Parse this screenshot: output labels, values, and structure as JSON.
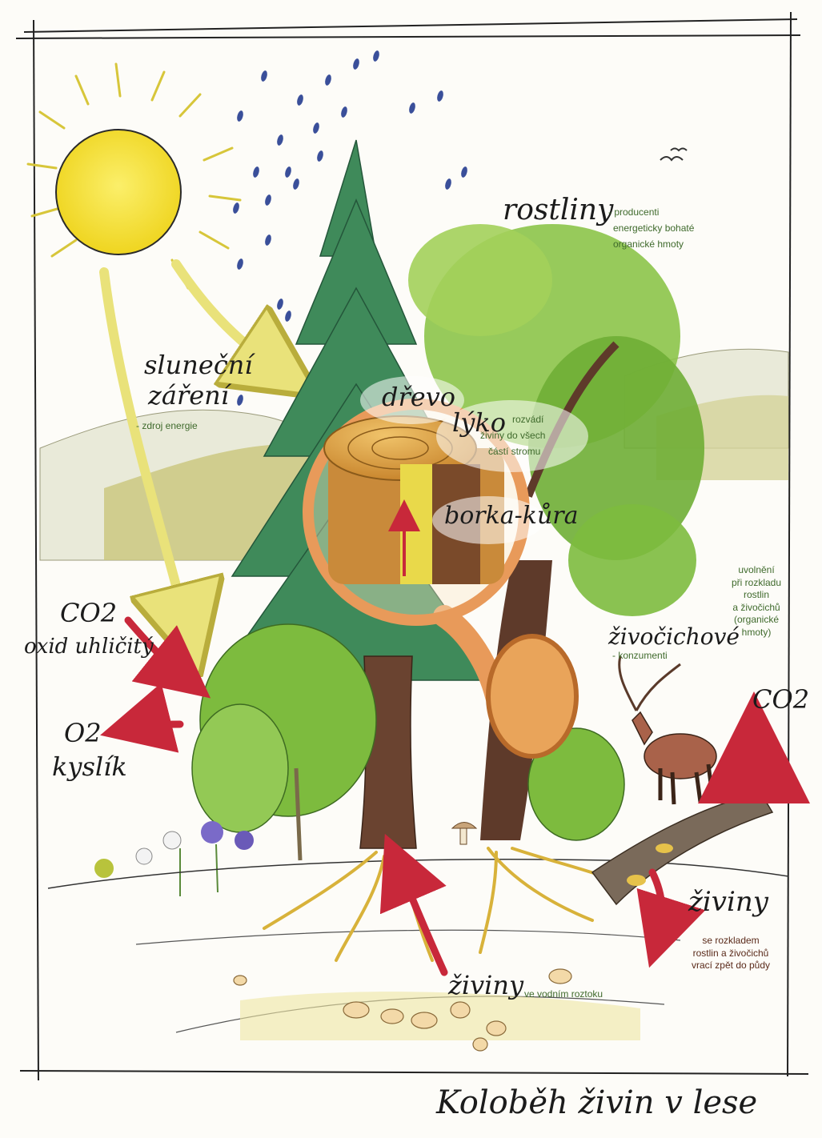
{
  "labels": {
    "title": "Koloběh živin v lese",
    "solar_title_1": "sluneční",
    "solar_title_2": "záření",
    "solar_note": "- zdroj energie",
    "plants_title": "rostliny",
    "plants_note_1": "- producenti",
    "plants_note_2": "energeticky bohaté",
    "plants_note_3": "organické hmoty",
    "wood": "dřevo",
    "phloem": "lýko",
    "phloem_note_1": "rozvádí",
    "phloem_note_2": "živiny do všech",
    "phloem_note_3": "částí stromu",
    "bark": "borka-kůra",
    "co2_left_1": "CO2",
    "co2_left_2": "oxid uhličitý",
    "o2_1": "O2",
    "o2_2": "kyslík",
    "animals_title": "živočichové",
    "animals_note": "- konzumenti",
    "release_1": "uvolnění",
    "release_2": "při rozkladu",
    "release_3": "rostlin",
    "release_4": "a živočichů",
    "release_5": "(organické",
    "release_6": "hmoty)",
    "co2_right": "CO2",
    "nutrients_right_title": "živiny",
    "nutrients_right_1": "se rozkladem",
    "nutrients_right_2": "rostlin a živočichů",
    "nutrients_right_3": "vrací zpět do půdy",
    "nutrients_bottom_title": "živiny",
    "nutrients_bottom_note": "ve vodním roztoku"
  },
  "colors": {
    "sun": "#f5e13a",
    "rain": "#3a4f9a",
    "spruce": "#3f8a5a",
    "deciduous": "#7dbb3e",
    "trunk": "#6a4330",
    "arrow_red": "#c8283a",
    "arrow_yellow": "#e9e27a",
    "note_green": "#3f6a2c"
  }
}
